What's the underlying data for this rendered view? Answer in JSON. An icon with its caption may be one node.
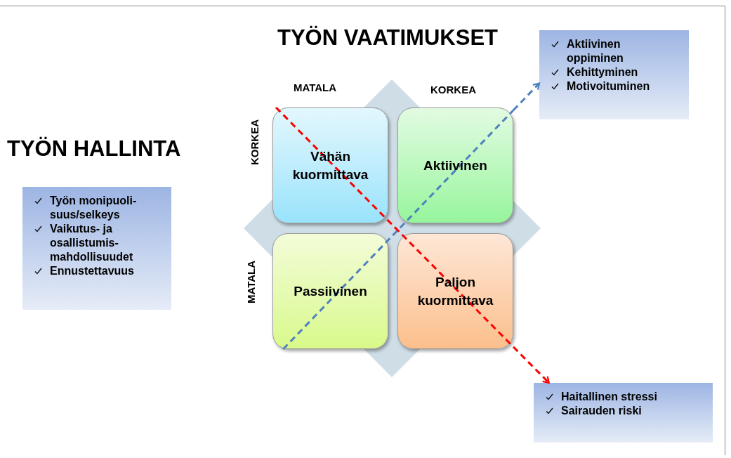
{
  "diagram": {
    "nodes": [
      {
        "text": [
          "Vähän kuormittava"
        ]
      },
      {
        "text": [
          "Aktiivinen"
        ]
      },
      {
        "text": [
          "Passiivinen"
        ]
      },
      {
        "text": [
          "Paljon kuormittava"
        ]
      },
      {
        "text": [
          "Työn monipuoli-suus/selkeys",
          "Vaikutus- ja osallistumis-mahdollisuudet",
          "Ennustettavuus"
        ]
      },
      {
        "text": [
          "Aktiivinen oppiminen",
          "Kehittyminen",
          "Motivoituminen"
        ]
      },
      {
        "text": [
          "Haitallinen stressi",
          "Sairauden riski"
        ]
      }
    ],
    "edges": [
      {
        "from": 2,
        "to": 1,
        "arrow": "none",
        "style": "dashed",
        "color": "#4f81bd"
      },
      {
        "from": 1,
        "to": 5,
        "arrow": "to",
        "style": "dashed",
        "color": "#4f81bd"
      },
      {
        "from": 0,
        "to": 3,
        "arrow": "none",
        "style": "dashed",
        "color": "#ff0000"
      },
      {
        "from": 3,
        "to": 6,
        "arrow": "to",
        "style": "dashed",
        "color": "#ff0000"
      }
    ],
    "labels": [
      "TYÖN VAATIMUKSET",
      "MATALA",
      "KORKEA",
      "TYÖN HALLINTA",
      "KORKEA",
      "MATALA"
    ]
  }
}
